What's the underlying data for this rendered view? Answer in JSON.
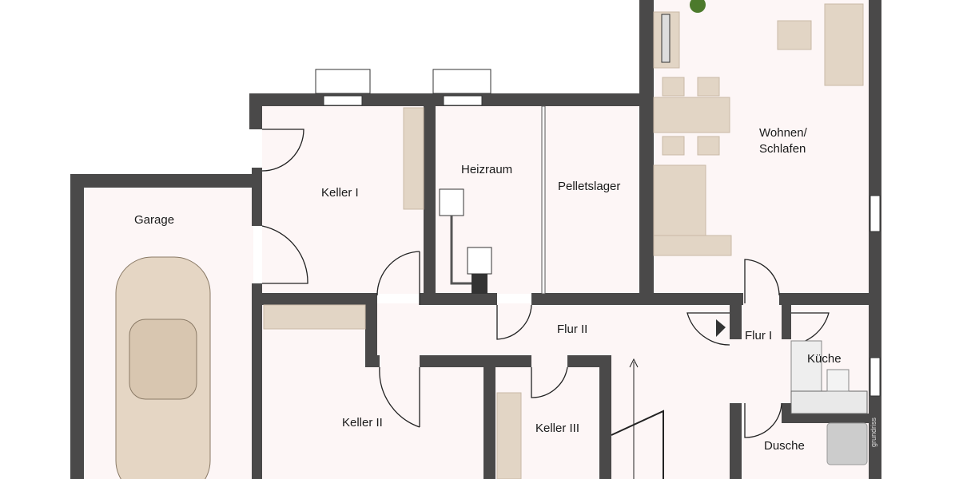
{
  "rooms": {
    "garage": "Garage",
    "keller1": "Keller I",
    "heizraum": "Heizraum",
    "pelletslager": "Pelletslager",
    "wohnen_line1": "Wohnen/",
    "wohnen_line2": "Schlafen",
    "flur2": "Flur II",
    "flur1": "Flur I",
    "kueche": "Küche",
    "keller2": "Keller II",
    "keller3": "Keller III",
    "dusche": "Dusche"
  },
  "watermark": "grundriss",
  "colors": {
    "wall": "#4a4949",
    "floor": "#fdf6f6",
    "furniture": "#e2d5c5"
  }
}
